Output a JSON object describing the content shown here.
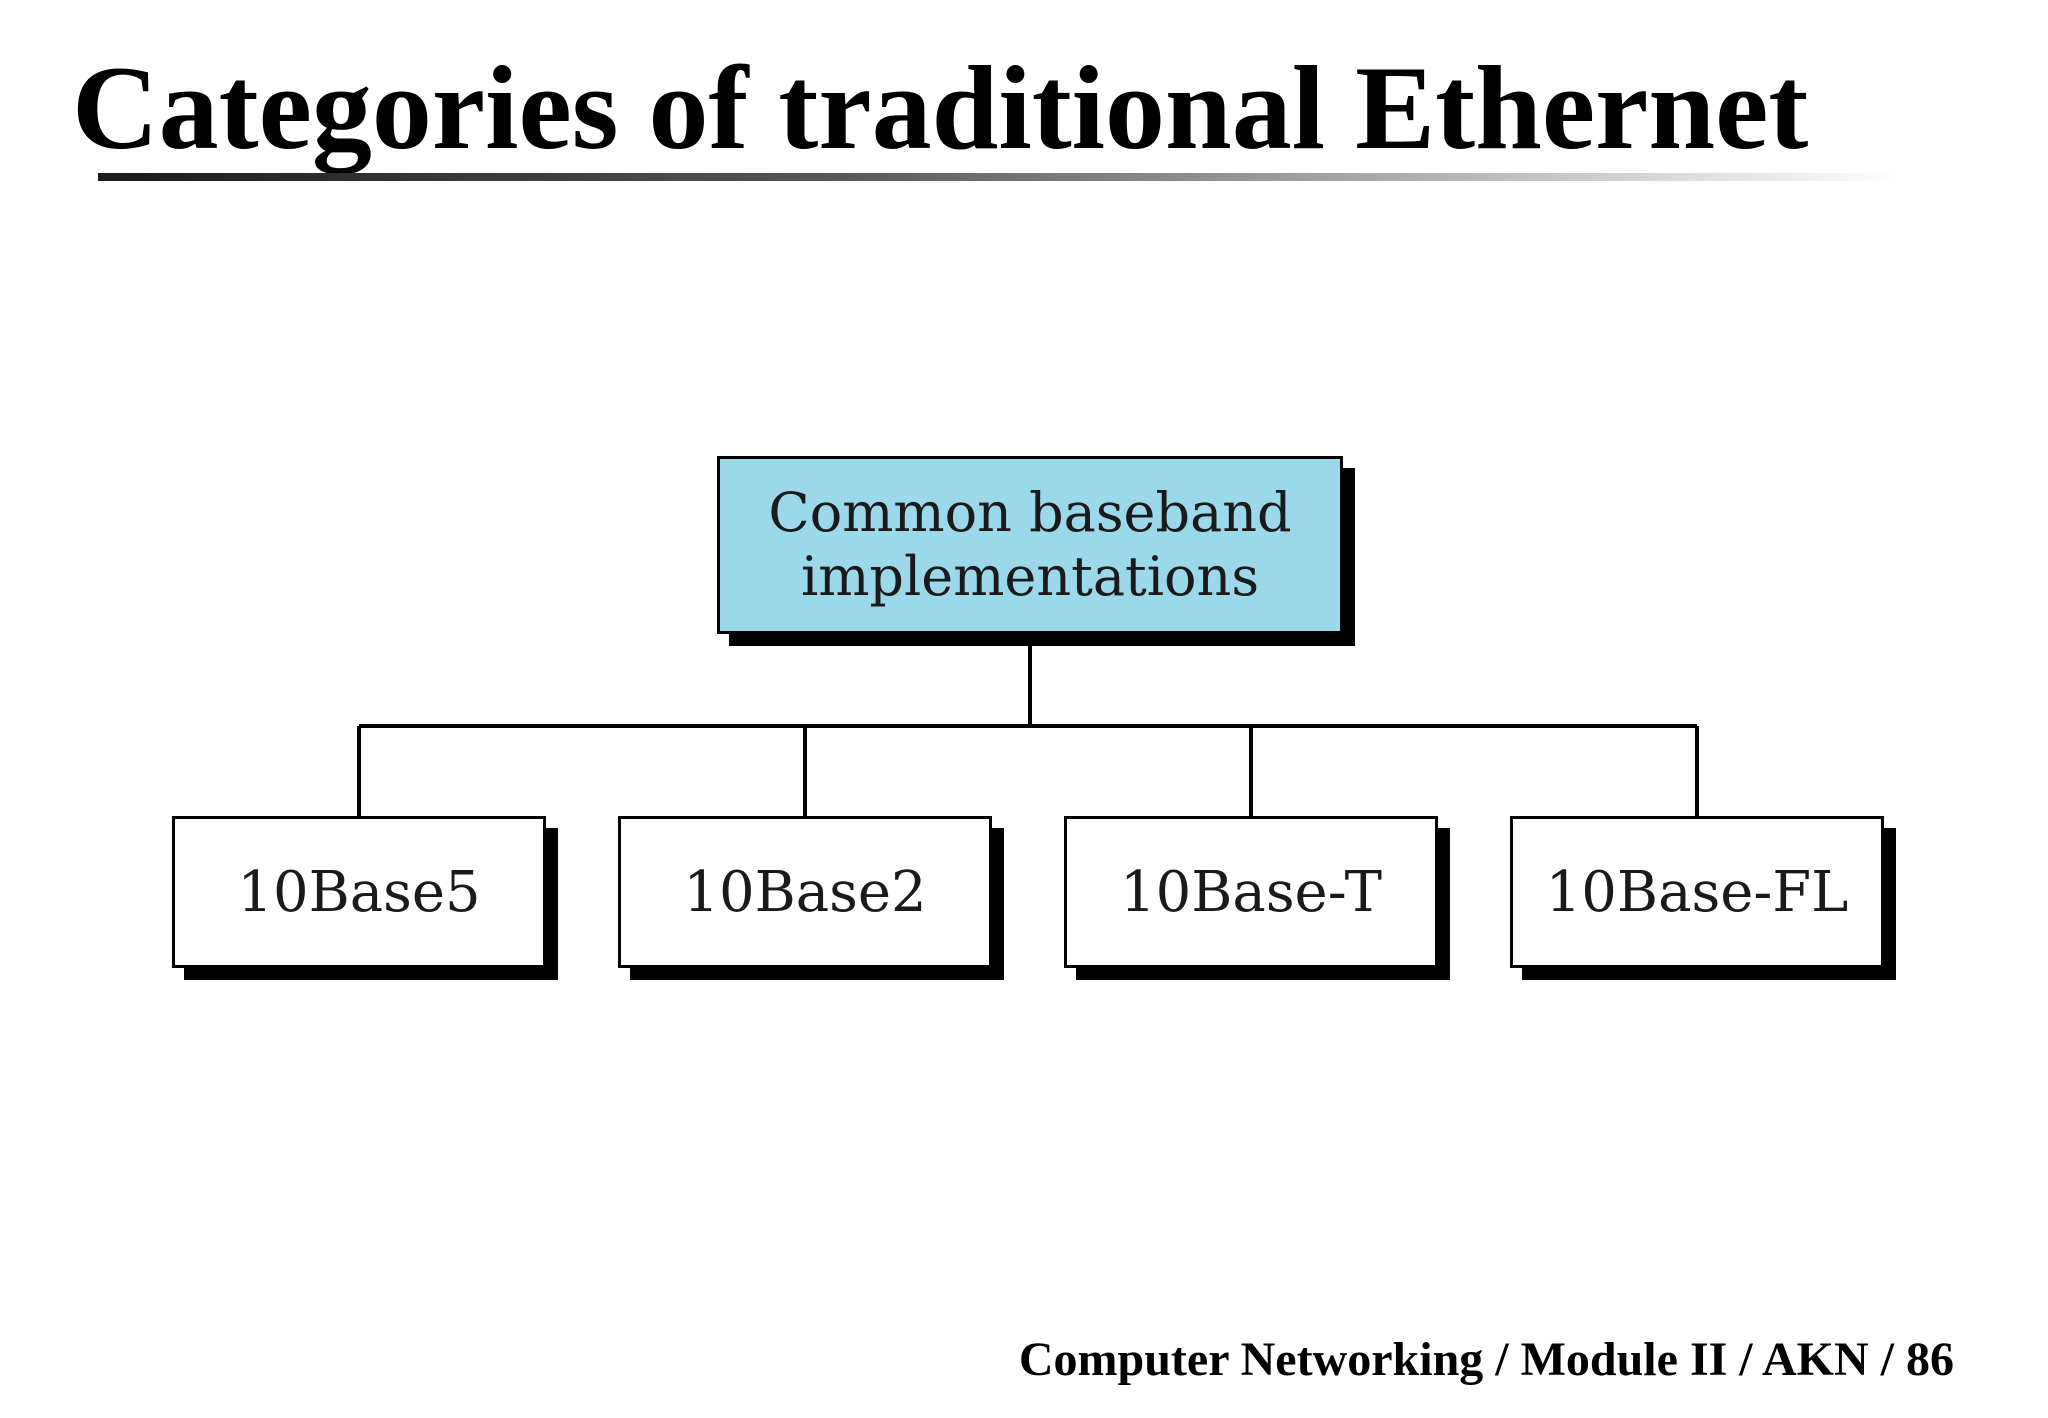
{
  "slide": {
    "title": "Categories of traditional Ethernet",
    "footer": "Computer Networking / Module II / AKN / 86"
  },
  "diagram": {
    "root": {
      "label": "Common baseband\nimplementations",
      "fill_color": "#9bd9ea"
    },
    "children": [
      {
        "label": "10Base5"
      },
      {
        "label": "10Base2"
      },
      {
        "label": "10Base-T"
      },
      {
        "label": "10Base-FL"
      }
    ],
    "line_color": "#000000"
  }
}
